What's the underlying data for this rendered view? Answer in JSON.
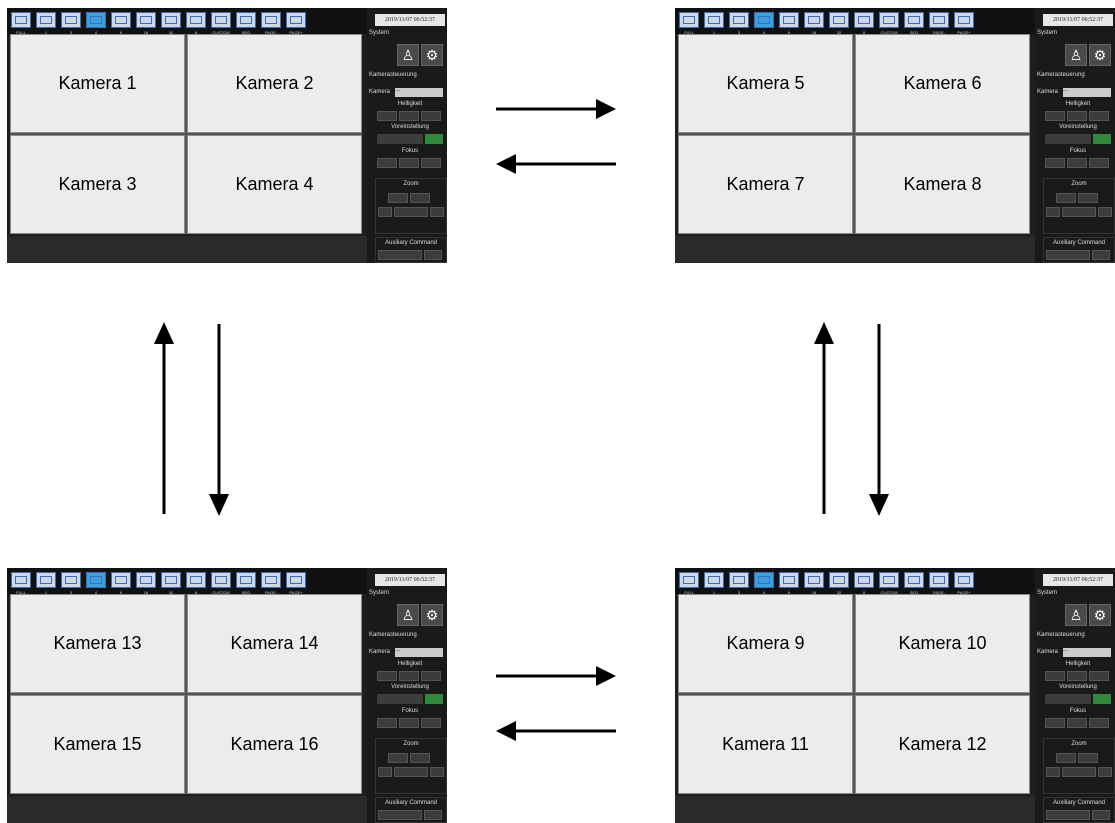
{
  "toolbar": {
    "buttons": [
      "FULL",
      "1",
      "3",
      "4",
      "9",
      "16",
      "32",
      "8",
      "CUSTOM",
      "SEQ",
      "PAGE-",
      "PAGE+"
    ],
    "selected": "4"
  },
  "panel": {
    "datetime": "2019/11/07 06:52:37",
    "system_label": "System",
    "camera_control_label": "Kamerasteuerung",
    "camera_label": "Kamera",
    "camera_select_value": "---",
    "brightness_label": "Helligkeit",
    "preset_label": "Voreinstellung",
    "focus_label": "Fokus",
    "zoom_label": "Zoom",
    "aux_label": "Auxiliary Command"
  },
  "screens": [
    {
      "cameras": [
        "Kamera 1",
        "Kamera 2",
        "Kamera 3",
        "Kamera 4"
      ]
    },
    {
      "cameras": [
        "Kamera 5",
        "Kamera 6",
        "Kamera 7",
        "Kamera 8"
      ]
    },
    {
      "cameras": [
        "Kamera 13",
        "Kamera 14",
        "Kamera 15",
        "Kamera 16"
      ]
    },
    {
      "cameras": [
        "Kamera 9",
        "Kamera 10",
        "Kamera 11",
        "Kamera 12"
      ]
    }
  ],
  "colors": {
    "arrow": "#000000",
    "tile_bg": "#ececec",
    "frame_bg": "#1e1e1e",
    "go_button": "#2f8a3e",
    "selected_layout": "#3aa0e0"
  }
}
